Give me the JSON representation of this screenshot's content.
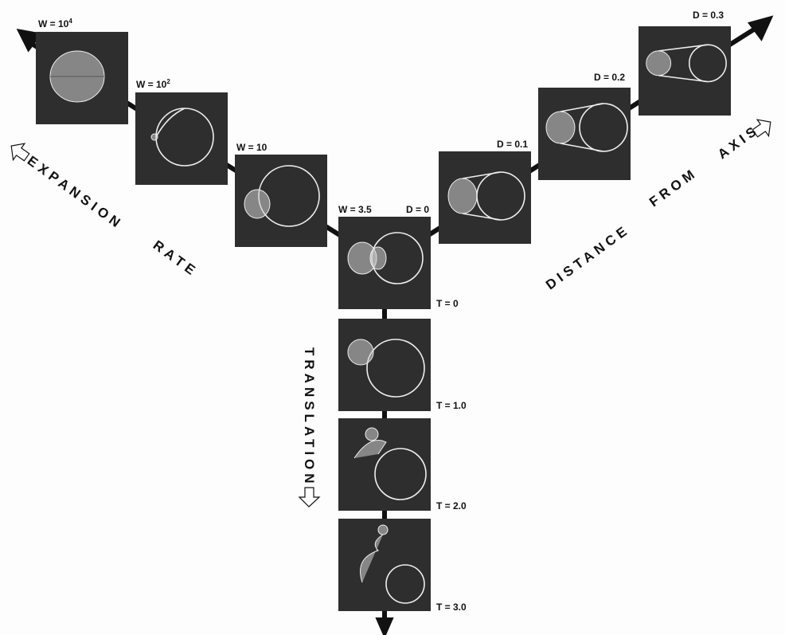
{
  "axes": {
    "expansion": {
      "words": [
        "EXPANSION",
        "RATE"
      ]
    },
    "distance": {
      "words": [
        "DISTANCE",
        "FROM",
        "AXIS"
      ]
    },
    "translation": {
      "words": [
        "TRANSLATION"
      ]
    }
  },
  "panels": {
    "w4": {
      "label_base": "W = 10",
      "label_exp": "4"
    },
    "w2": {
      "label_base": "W = 10",
      "label_exp": "2"
    },
    "w10": {
      "label": "W = 10"
    },
    "center": {
      "label_w": "W = 3.5",
      "label_d": "D = 0",
      "label_t": "T = 0"
    },
    "d1": {
      "label": "D = 0.1"
    },
    "d2": {
      "label": "D = 0.2"
    },
    "d3": {
      "label": "D = 0.3"
    },
    "t1": {
      "label": "T = 1.0"
    },
    "t2": {
      "label": "T = 2.0"
    },
    "t3": {
      "label": "T = 3.0"
    }
  }
}
